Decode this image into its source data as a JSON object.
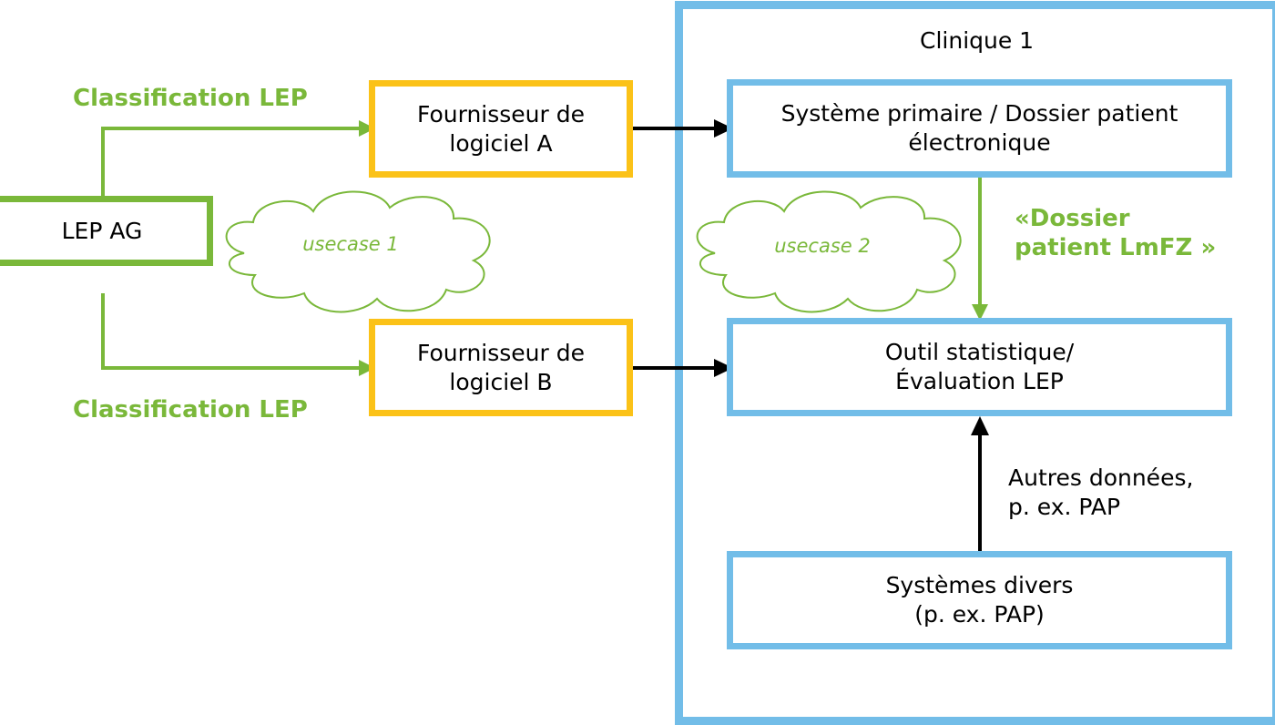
{
  "colors": {
    "green": "#7ab83a",
    "yellow": "#fbc218",
    "blue": "#72bde8",
    "black": "#000000"
  },
  "clinic": {
    "title": "Clinique 1"
  },
  "lep_ag": {
    "label": "LEP AG"
  },
  "supplier_a": {
    "label": "Fournisseur de\nlogiciel A"
  },
  "supplier_b": {
    "label": "Fournisseur de\nlogiciel B"
  },
  "primary_system": {
    "label": "Système primaire / Dossier patient\nélectronique"
  },
  "stat_tool": {
    "label": "Outil statistique/\nÉvaluation LEP"
  },
  "misc_systems": {
    "label": "Systèmes divers\n(p. ex. PAP)"
  },
  "classification_top": {
    "label": "Classification LEP"
  },
  "classification_bottom": {
    "label": "Classification LEP"
  },
  "dossier_label": {
    "label": "«Dossier\npatient LmFZ »"
  },
  "other_data": {
    "label": "Autres données,\np. ex. PAP"
  },
  "usecase_1": {
    "label": "usecase 1"
  },
  "usecase_2": {
    "label": "usecase 2"
  }
}
